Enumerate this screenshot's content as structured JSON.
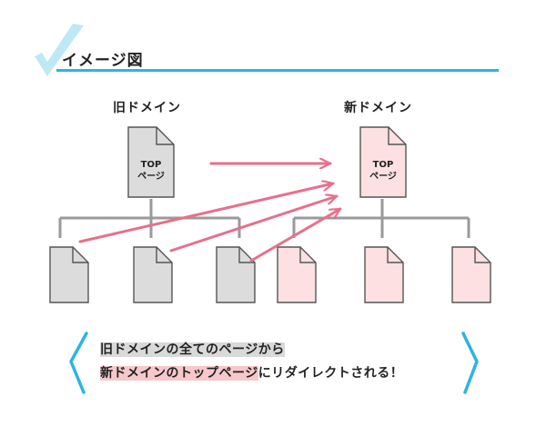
{
  "title": "イメージ図",
  "old_domain": {
    "label": "旧ドメイン",
    "top_page": {
      "line1": "TOP",
      "line2": "ページ"
    }
  },
  "new_domain": {
    "label": "新ドメイン",
    "top_page": {
      "line1": "TOP",
      "line2": "ページ"
    }
  },
  "summary": {
    "line1_highlight": "旧ドメインの全てのページから",
    "line2_highlight": "新ドメインのトップページ",
    "line2_rest": "にリダイレクトされる！"
  },
  "colors": {
    "accent": "#2bb5e0",
    "arrow": "#e8708a",
    "old_doc_fill": "#dcdcdc",
    "new_doc_fill": "#fde0e1",
    "doc_stroke": "#555555",
    "tree_line": "#9a9a9a"
  }
}
